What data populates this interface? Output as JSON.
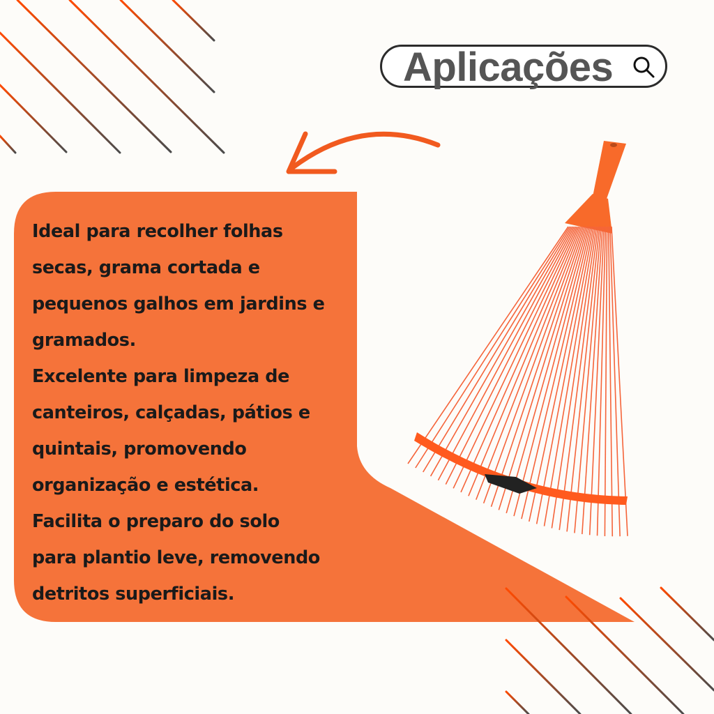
{
  "header": {
    "title": "Aplicações",
    "icon": "search-icon"
  },
  "body_lines": [
    "Ideal para recolher folhas",
    "secas, grama cortada e",
    "pequenos galhos em jardins e",
    "gramados.",
    "Excelente para limpeza de",
    "canteiros, calçadas, pátios e",
    "quintais, promovendo",
    "organização e estética.",
    "Facilita o preparo do solo",
    "para plantio leve, removendo",
    "detritos superficiais."
  ],
  "colors": {
    "accent": "#F5733A",
    "arrow": "#F15A1F",
    "text": "#1a1a1a",
    "title": "#555555"
  }
}
